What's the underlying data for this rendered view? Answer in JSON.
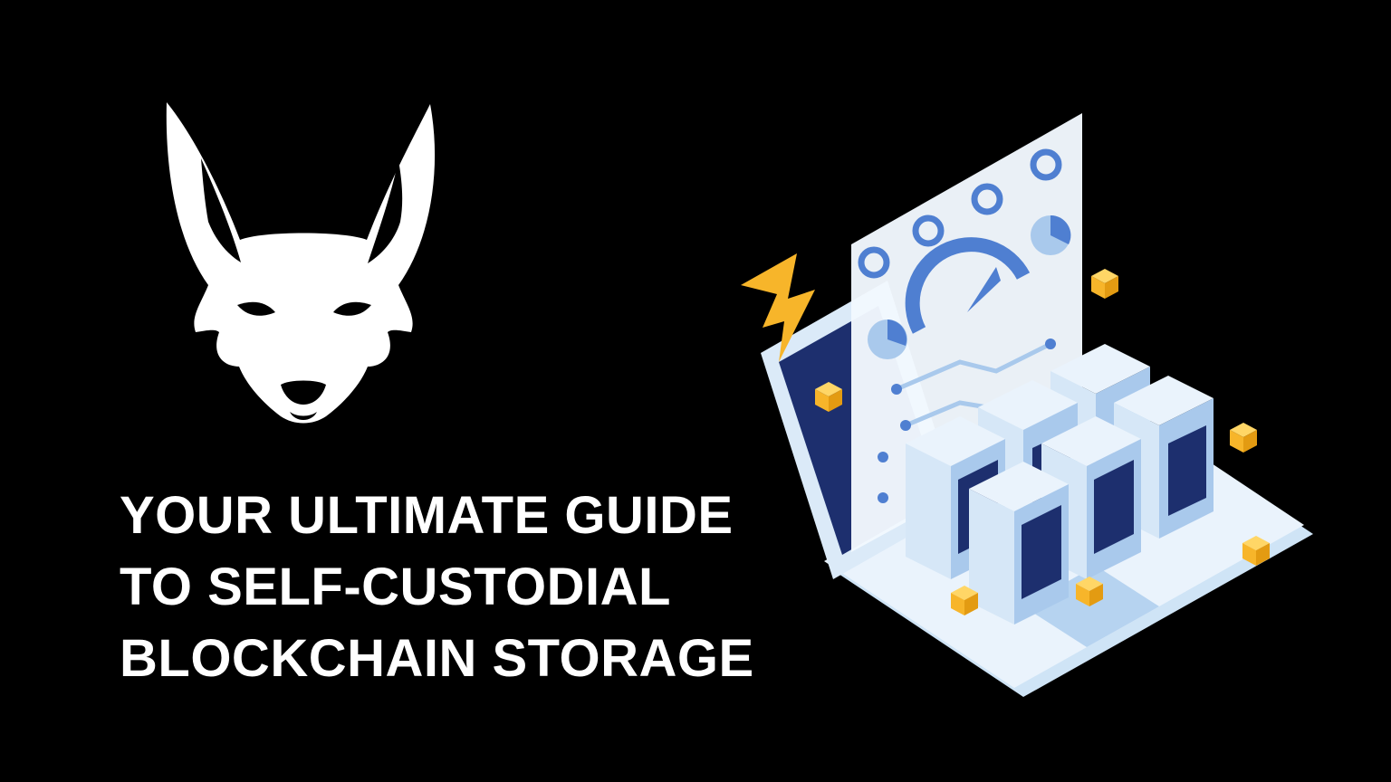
{
  "brand": {
    "logo_icon": "wolf-head-icon",
    "logo_color": "#ffffff"
  },
  "headline": {
    "line1": "YOUR ULTIMATE GUIDE",
    "line2": "TO SELF-CUSTODIAL",
    "line3": "BLOCKCHAIN STORAGE"
  },
  "illustration": {
    "icon": "server-laptop-illustration",
    "colors": {
      "background": "#000000",
      "server_light": "#eaf3fc",
      "server_mid": "#a9c9ec",
      "server_dark": "#1d2f6e",
      "accent_blue": "#4f7fd1",
      "cube_yellow": "#ffc233",
      "bolt_yellow": "#f7b52a"
    }
  }
}
